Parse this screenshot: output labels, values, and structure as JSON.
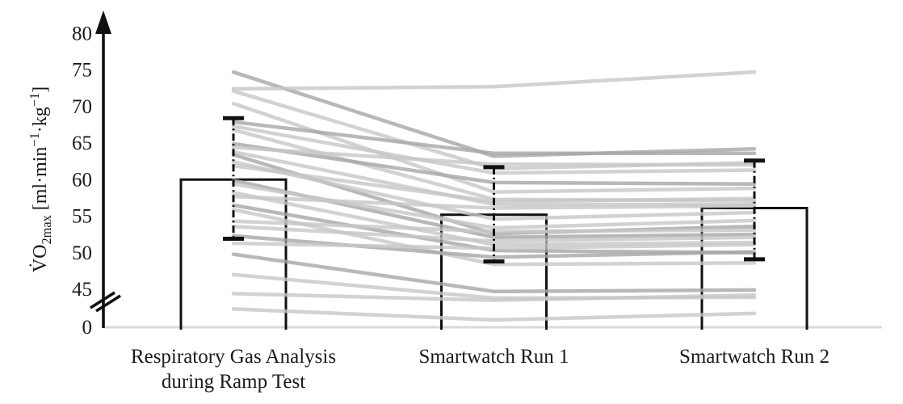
{
  "figure_name": "vo2max-comparison-figure",
  "ylabel": {
    "prefix": "V̇O",
    "subscript": "2max",
    "mid1": " [ml·min",
    "sup1": "−1",
    "mid2": "·kg",
    "sup2": "−1",
    "end": "]"
  },
  "chart_data": {
    "type": "line",
    "subtype": "paired-measurements-with-mean-bars",
    "title": "",
    "xlabel": "",
    "ylabel": "VO2max [ml·min−1·kg−1]",
    "categories": [
      [
        "Respiratory Gas Analysis",
        "during Ramp Test"
      ],
      [
        "Smartwatch Run 1"
      ],
      [
        "Smartwatch Run 2"
      ]
    ],
    "y_axis": {
      "tick_labels": [
        "80",
        "75",
        "70",
        "65",
        "60",
        "55",
        "50",
        "45",
        "0"
      ],
      "tick_values": [
        80,
        75,
        70,
        65,
        60,
        55,
        50,
        45,
        0
      ],
      "axis_break_between": [
        0,
        45
      ],
      "arrow_at_top": true,
      "grid": false
    },
    "mean_bars": {
      "means": [
        60.0,
        55.2,
        56.1
      ],
      "error_upper": [
        68.4,
        61.7,
        62.6
      ],
      "error_lower": [
        51.9,
        48.8,
        49.1
      ]
    },
    "participants": [
      {
        "values": [
          74.7,
          63.2,
          64.2
        ],
        "shade": "dark"
      },
      {
        "values": [
          72.4,
          72.7,
          74.7
        ],
        "shade": "light"
      },
      {
        "values": [
          72.1,
          61.5,
          62.3
        ],
        "shade": "light"
      },
      {
        "values": [
          70.4,
          58.3,
          58.8
        ],
        "shade": "light"
      },
      {
        "values": [
          67.9,
          63.6,
          63.6
        ],
        "shade": "dark"
      },
      {
        "values": [
          67.3,
          60.9,
          61.3
        ],
        "shade": "light"
      },
      {
        "values": [
          66.8,
          57.3,
          57.1
        ],
        "shade": "light"
      },
      {
        "values": [
          64.9,
          59.6,
          59.4
        ],
        "shade": "dark"
      },
      {
        "values": [
          64.4,
          62.1,
          62.0
        ],
        "shade": "light"
      },
      {
        "values": [
          63.8,
          56.6,
          56.6
        ],
        "shade": "light"
      },
      {
        "values": [
          63.4,
          52.6,
          53.6
        ],
        "shade": "dark"
      },
      {
        "values": [
          62.4,
          54.6,
          55.5
        ],
        "shade": "light"
      },
      {
        "values": [
          61.9,
          57.0,
          57.4
        ],
        "shade": "light"
      },
      {
        "values": [
          59.9,
          52.1,
          52.5
        ],
        "shade": "dark"
      },
      {
        "values": [
          59.4,
          53.4,
          54.4
        ],
        "shade": "light"
      },
      {
        "values": [
          58.2,
          51.1,
          51.4
        ],
        "shade": "light"
      },
      {
        "values": [
          57.7,
          56.1,
          56.4
        ],
        "shade": "light"
      },
      {
        "values": [
          56.5,
          50.3,
          50.0
        ],
        "shade": "dark"
      },
      {
        "values": [
          55.9,
          48.4,
          48.6
        ],
        "shade": "light"
      },
      {
        "values": [
          54.3,
          52.9,
          53.1
        ],
        "shade": "light"
      },
      {
        "values": [
          53.6,
          51.6,
          52.1
        ],
        "shade": "light"
      },
      {
        "values": [
          52.3,
          49.4,
          50.1
        ],
        "shade": "dark"
      },
      {
        "values": [
          51.3,
          50.6,
          51.1
        ],
        "shade": "light"
      },
      {
        "values": [
          49.8,
          44.7,
          44.9
        ],
        "shade": "dark"
      },
      {
        "values": [
          47.0,
          43.8,
          43.9
        ],
        "shade": "light"
      },
      {
        "values": [
          44.4,
          43.5,
          44.2
        ],
        "shade": "light"
      },
      {
        "values": [
          42.3,
          40.8,
          41.7
        ],
        "shade": "light"
      }
    ],
    "colors": {
      "axis": "#111111",
      "bar_stroke": "#111111",
      "error_bar": "#111111",
      "baseline": "#d9d9d9",
      "line_light": "#c7c7c7",
      "line_dark": "#a6a6a6",
      "text": "#1a1a1a"
    },
    "legend": null
  }
}
